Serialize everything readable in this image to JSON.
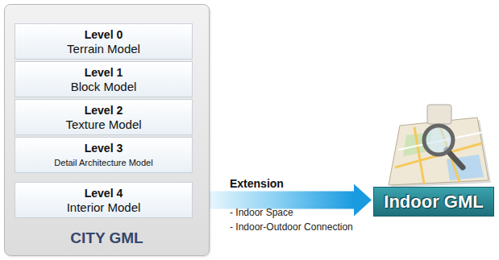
{
  "diagram": {
    "nodes": [
      {
        "text": [
          "CITY GML"
        ]
      },
      {
        "text": [
          "Level 0",
          "Terrain Model"
        ],
        "in": 0
      },
      {
        "text": [
          "Level 1",
          "Block Model"
        ],
        "in": 0
      },
      {
        "text": [
          "Level 2",
          "Texture Model"
        ],
        "in": 0
      },
      {
        "text": [
          "Level 3",
          "Detail Architecture Model"
        ],
        "in": 0
      },
      {
        "text": [
          "Level 4",
          "Interior Model"
        ],
        "in": 0
      },
      {
        "text": [
          "Indoor GML"
        ]
      }
    ],
    "edges": [
      {
        "from": 5,
        "to": 6,
        "arrow": "to",
        "label": "Extension"
      }
    ],
    "labels": [
      "- Indoor Space",
      "- Indoor-Outdoor Connection"
    ]
  }
}
